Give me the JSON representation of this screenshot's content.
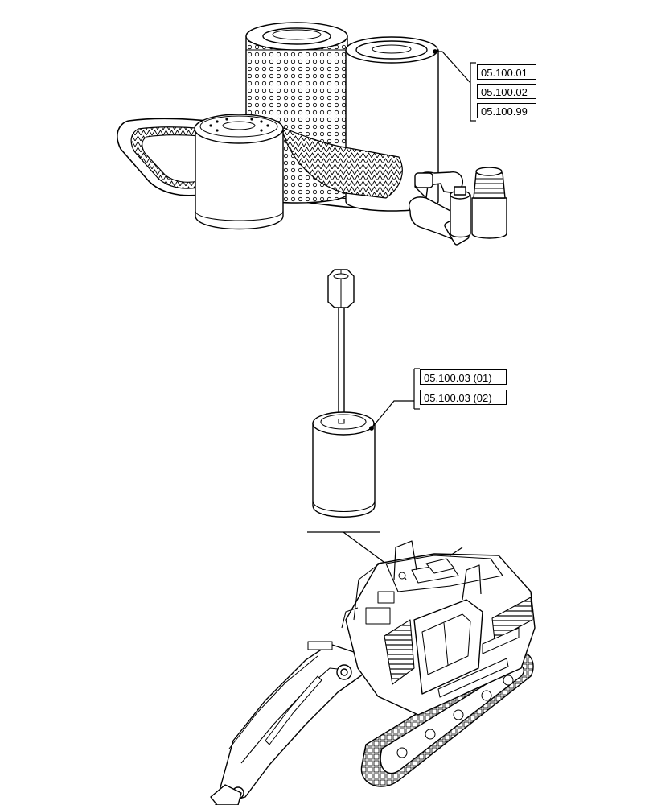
{
  "callouts": {
    "group1": [
      "05.100.01",
      "05.100.02",
      "05.100.99"
    ],
    "group2": [
      "05.100.03 (01)",
      "05.100.03 (02)"
    ]
  },
  "illustrations": {
    "top": "filters-belts-fittings-kit",
    "middle": "hydraulic-breather-filter-element",
    "bottom": "crawler-excavator"
  },
  "colors": {
    "line": "#000000",
    "background": "#ffffff"
  }
}
